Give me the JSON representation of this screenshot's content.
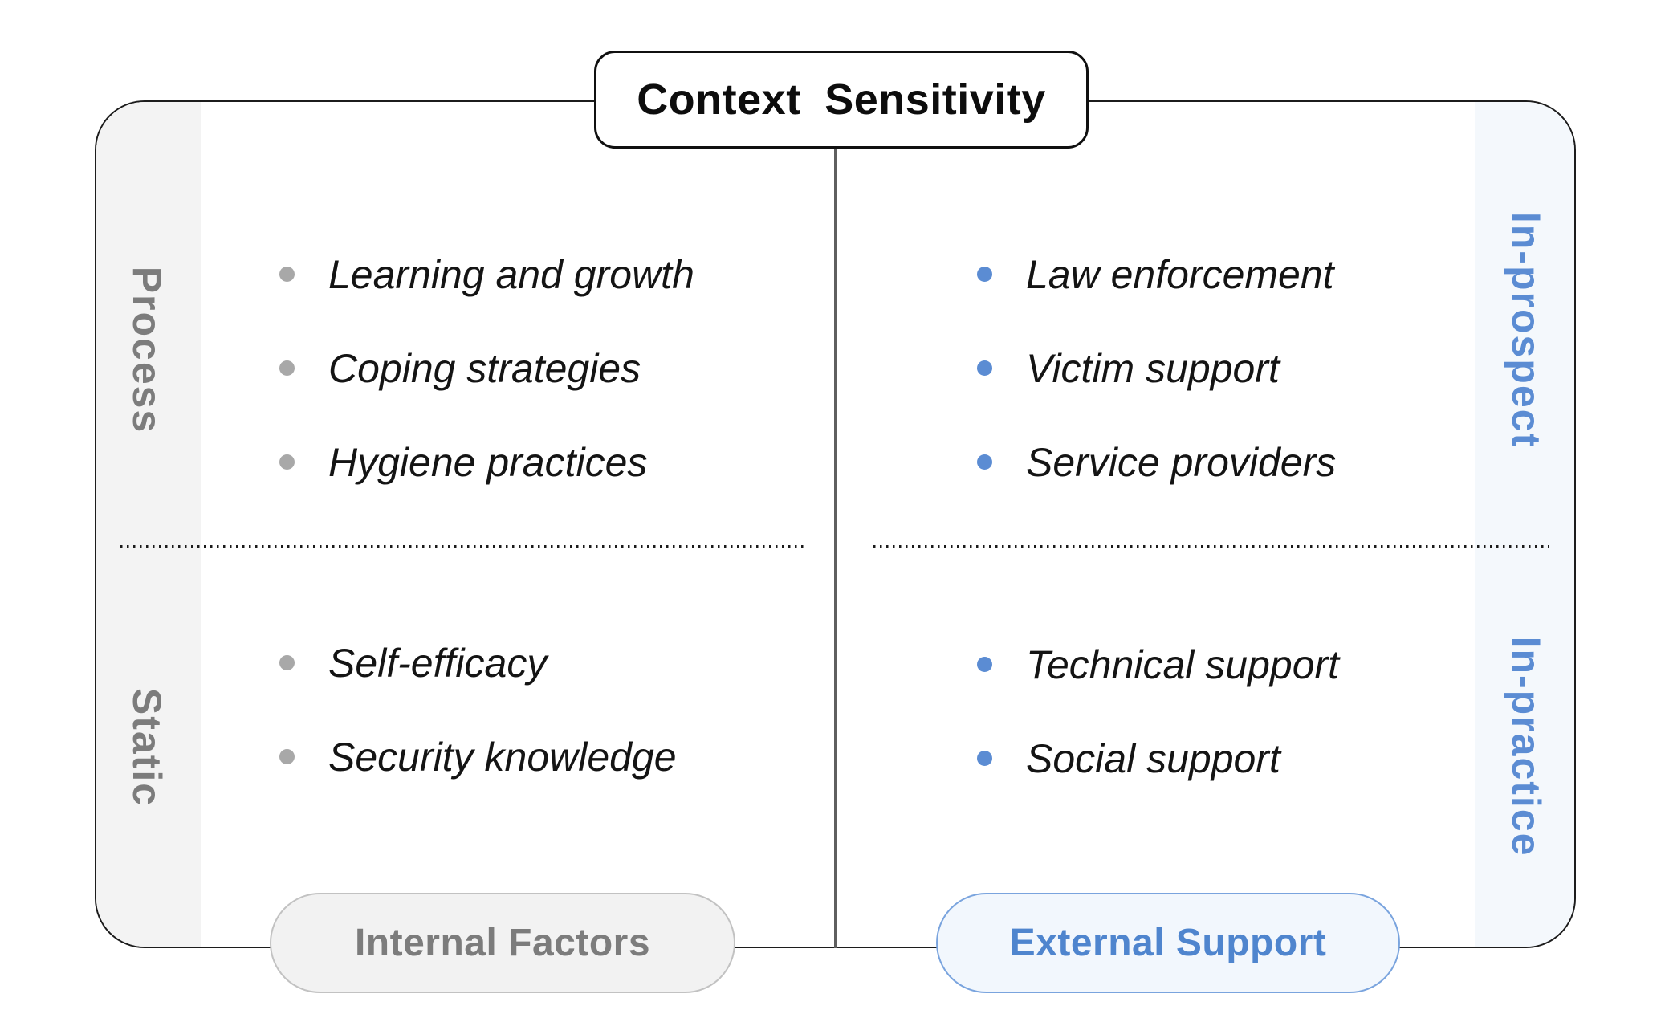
{
  "title": "Context Sensitivity",
  "axes": {
    "left_top": "Process",
    "left_bottom": "Static",
    "right_top": "In-prospect",
    "right_bottom": "In-practice"
  },
  "quadrants": {
    "top_left": {
      "items": [
        "Learning and growth",
        "Coping strategies",
        "Hygiene practices"
      ]
    },
    "top_right": {
      "items": [
        "Law enforcement",
        "Victim support",
        "Service providers"
      ]
    },
    "bottom_left": {
      "items": [
        "Self-efficacy",
        "Security knowledge"
      ]
    },
    "bottom_right": {
      "items": [
        "Technical support",
        "Social support"
      ]
    }
  },
  "footer": {
    "left_pill": "Internal Factors",
    "right_pill": "External Support"
  },
  "colors": {
    "accent_blue": "#5B8CD3",
    "accent_blue_dark": "#4F85CE",
    "blue_border": "#7AA4DE",
    "blue_fill": "#F2F7FD",
    "blue_strip": "#F4F8FC",
    "gray_text": "#7C7C7C",
    "gray_bullet": "#A8A8A8",
    "gray_border": "#C2C2C2",
    "gray_fill": "#F2F2F2",
    "gray_strip": "#F3F3F3",
    "ink": "#141414"
  }
}
